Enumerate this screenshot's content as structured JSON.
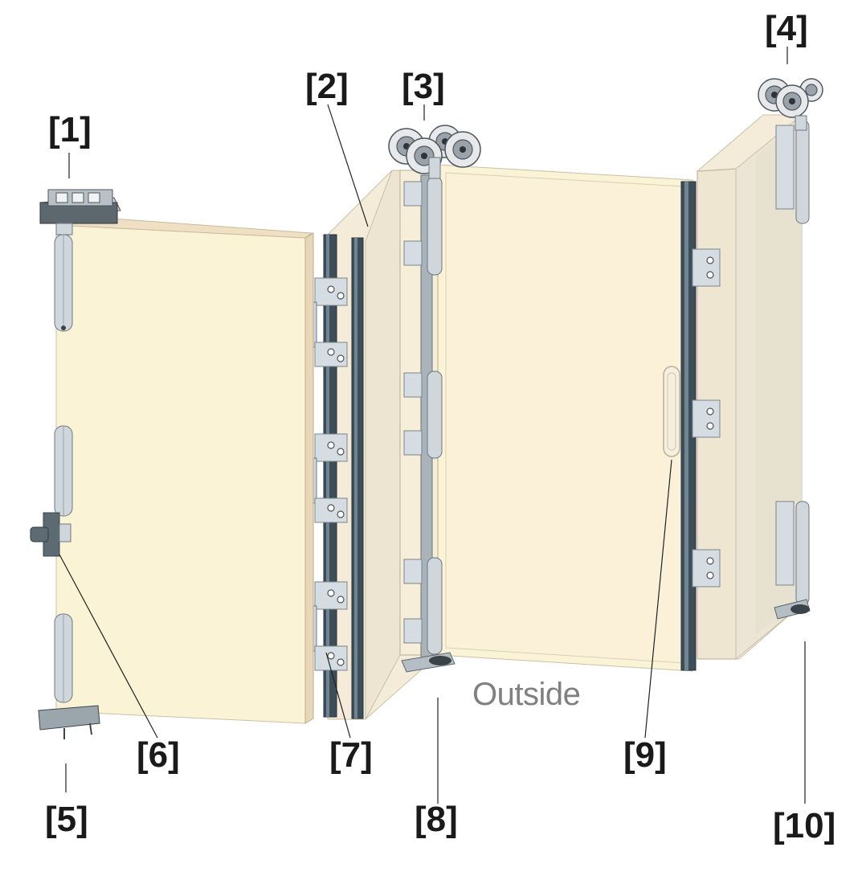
{
  "callouts": {
    "c1": "[1]",
    "c2": "[2]",
    "c3": "[3]",
    "c4": "[4]",
    "c5": "[5]",
    "c6": "[6]",
    "c7": "[7]",
    "c8": "[8]",
    "c9": "[9]",
    "c10": "[10]"
  },
  "caption": "Outside",
  "colors": {
    "panel_light": "#fbf3d6",
    "panel_mid": "#f4ecd9",
    "panel_edge": "#eedbbf",
    "panel_shadow": "#e6dfcf",
    "hardware": "#cfd6dc",
    "seal": "#3e4e58",
    "text": "#1a1a1a",
    "caption_text": "#808080"
  },
  "icons": [
    "top-guide-block-icon",
    "roller-carriage-icon",
    "hinge-icon",
    "pivot-hinge-icon",
    "door-handle-icon",
    "bottom-pivot-icon",
    "wall-bracket-icon"
  ]
}
